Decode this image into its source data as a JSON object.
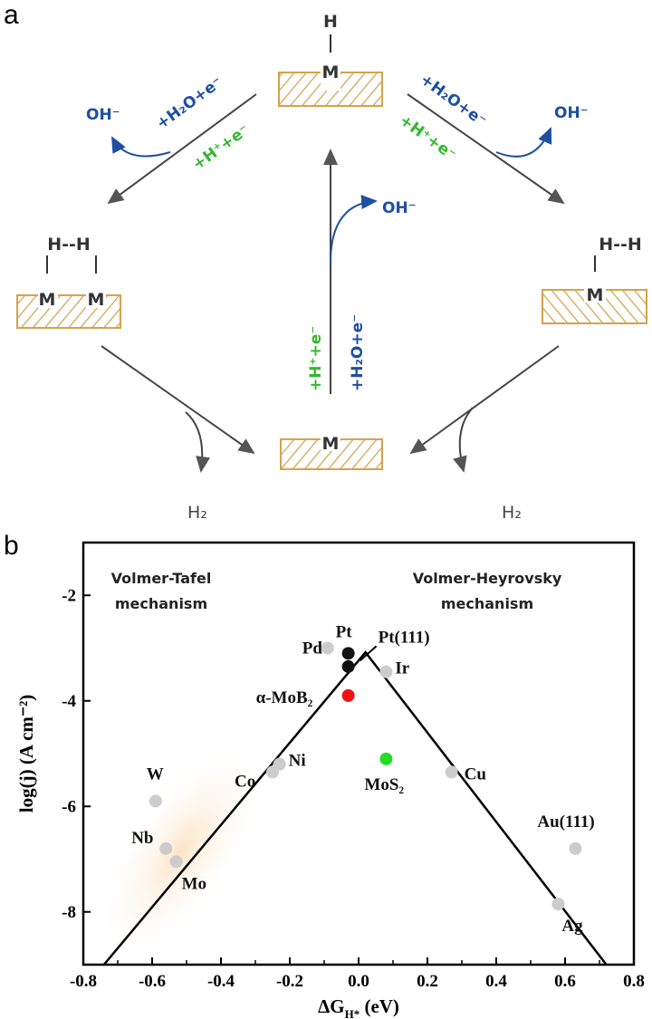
{
  "panel_a": {
    "label": "a",
    "atoms": {
      "H": "H",
      "M": "M",
      "HH": "H--H"
    },
    "h2o_e": "+H₂O+e⁻",
    "h_e": "+H⁺+e⁻",
    "oh": "OH⁻",
    "h2": "H₂",
    "mechanism_left": [
      "Volmer-Tafel",
      "mechanism"
    ],
    "mechanism_right": [
      "Volmer-Heyrovsky",
      "mechanism"
    ],
    "colors": {
      "slab": "#d4a24c",
      "blue": "#1f4fa0",
      "green": "#33b82e"
    }
  },
  "chart_data": {
    "panel_label": "b",
    "type": "scatter",
    "xlabel": {
      "main": "ΔG",
      "sub": "H*",
      "unit": " (eV)"
    },
    "ylabel": "log(j) (A cm⁻²)",
    "xlim": [
      -0.8,
      0.8
    ],
    "ylim": [
      -9,
      -1
    ],
    "xticks": [
      -0.8,
      -0.6,
      -0.4,
      -0.2,
      0.0,
      0.2,
      0.4,
      0.6,
      0.8
    ],
    "xtick_labels": [
      "-0.8",
      "-0.6",
      "-0.4",
      "-0.2",
      "0.0",
      "0.2",
      "0.4",
      "0.6",
      "0.8"
    ],
    "yticks": [
      -2,
      -4,
      -6,
      -8
    ],
    "ytick_labels": [
      "-2",
      "-4",
      "-6",
      "-8"
    ],
    "volcano_line": [
      [
        -0.74,
        -9
      ],
      [
        0.02,
        -3.08
      ],
      [
        0.72,
        -9
      ]
    ],
    "points": [
      {
        "name": "Pd",
        "x": -0.09,
        "y": -3.0,
        "color": "#cccccc"
      },
      {
        "name": "Pt",
        "x": -0.03,
        "y": -3.1,
        "color": "#111111"
      },
      {
        "name": "",
        "x": -0.03,
        "y": -3.35,
        "color": "#111111"
      },
      {
        "name": "Ir",
        "x": 0.08,
        "y": -3.45,
        "color": "#cccccc"
      },
      {
        "name": "α-MoB₂",
        "x": -0.03,
        "y": -3.9,
        "color": "#ee1111"
      },
      {
        "name": "MoS₂",
        "x": 0.08,
        "y": -5.1,
        "color": "#22dd22"
      },
      {
        "name": "Ni",
        "x": -0.23,
        "y": -5.2,
        "color": "#cccccc"
      },
      {
        "name": "Co",
        "x": -0.25,
        "y": -5.35,
        "color": "#cccccc"
      },
      {
        "name": "Cu",
        "x": 0.27,
        "y": -5.35,
        "color": "#cccccc"
      },
      {
        "name": "W",
        "x": -0.59,
        "y": -5.9,
        "color": "#cccccc"
      },
      {
        "name": "Nb",
        "x": -0.56,
        "y": -6.8,
        "color": "#cccccc"
      },
      {
        "name": "Mo",
        "x": -0.53,
        "y": -7.05,
        "color": "#cccccc"
      },
      {
        "name": "Au(111)",
        "x": 0.63,
        "y": -6.8,
        "color": "#cccccc"
      },
      {
        "name": "Ag",
        "x": 0.58,
        "y": -7.85,
        "color": "#cccccc"
      }
    ],
    "annotation": {
      "text": "Pt(111)",
      "x": 0.02,
      "y": -3.1
    }
  }
}
